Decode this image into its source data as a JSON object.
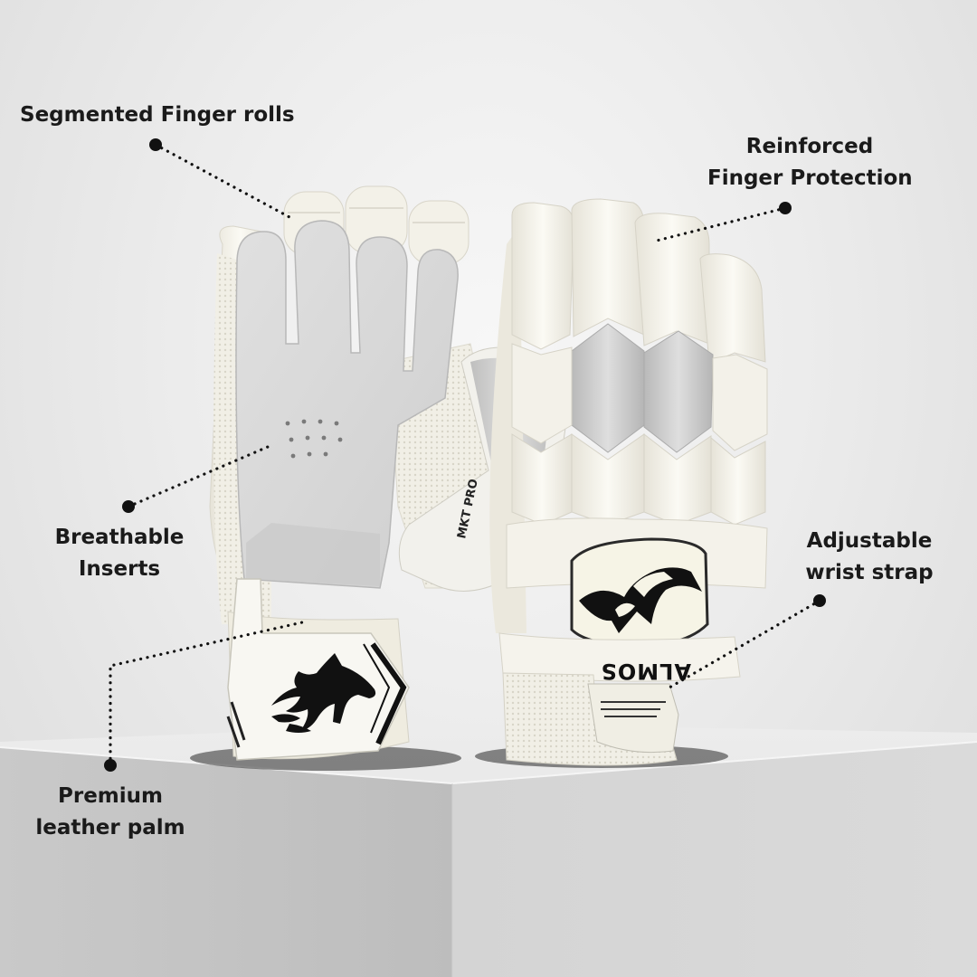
{
  "product": {
    "left_glove_print": "MKT PRO",
    "brand_mark": "ALMOS",
    "icons": [
      "horse-logo-icon",
      "tribal-bull-logo-icon"
    ]
  },
  "callouts": {
    "finger_rolls": {
      "line1": "Segmented Finger rolls"
    },
    "finger_protection": {
      "line1": "Reinforced",
      "line2": "Finger Protection"
    },
    "breathable": {
      "line1": "Breathable",
      "line2": "Inserts"
    },
    "wrist_strap": {
      "line1": "Adjustable",
      "line2": "wrist strap"
    },
    "leather_palm": {
      "line1": "Premium",
      "line2": "leather palm"
    }
  },
  "colors": {
    "text": "#1a1a1a",
    "leader": "#111111",
    "glove": "#f4f2ea",
    "palm": "#d6d6d6"
  }
}
